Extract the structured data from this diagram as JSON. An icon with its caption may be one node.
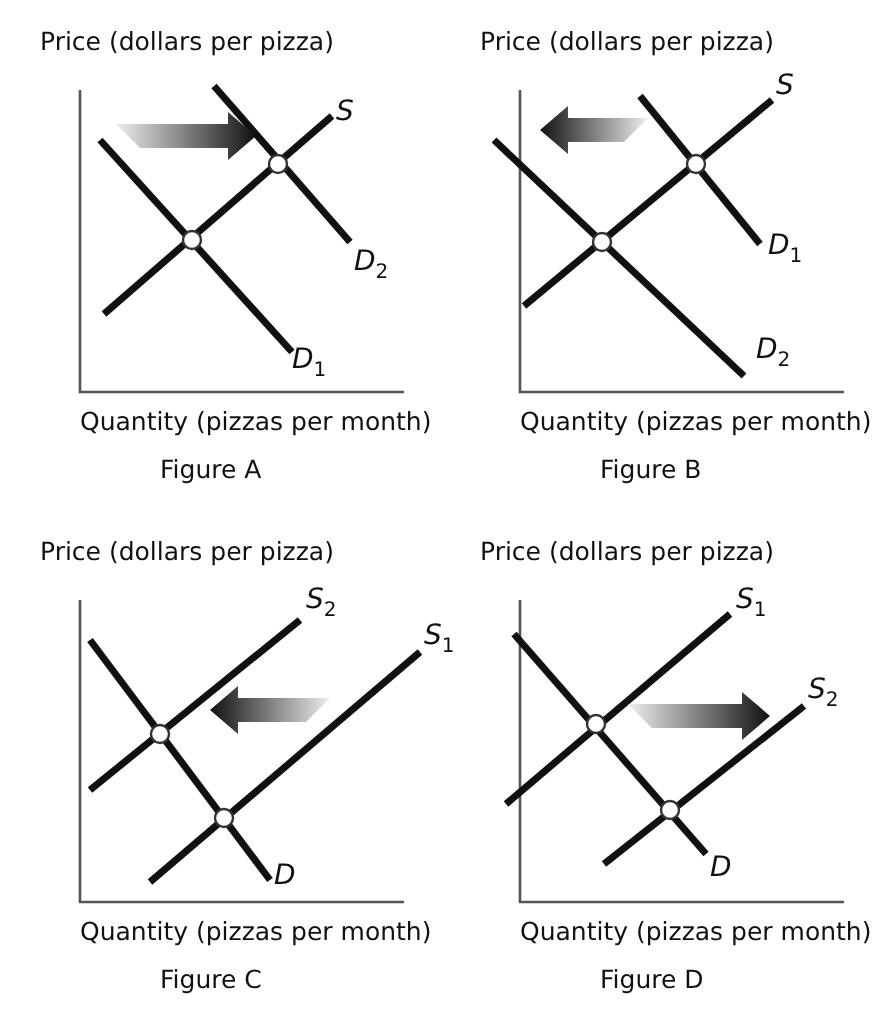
{
  "diagram": {
    "labels": [
      "Price (dollars per pizza)",
      "S",
      "D$_{2}$",
      "D$_{1}$",
      "Quantity (pizzas per month)",
      "Figure A",
      "Price (dollars per pizza)",
      "S",
      "D$_{1}$",
      "D$_{2}$",
      "Quantity (pizzas per month)",
      "Figure B",
      "Price (dollars per pizza)",
      "S$_{2}$",
      "S$_{1}$",
      "D",
      "Quantity (pizzas per month)",
      "Figure C",
      "Price (dollars per pizza)",
      "S$_{1}$",
      "S$_{2}$",
      "D",
      "Quantity (pizzas per month)",
      "Figure D"
    ]
  }
}
